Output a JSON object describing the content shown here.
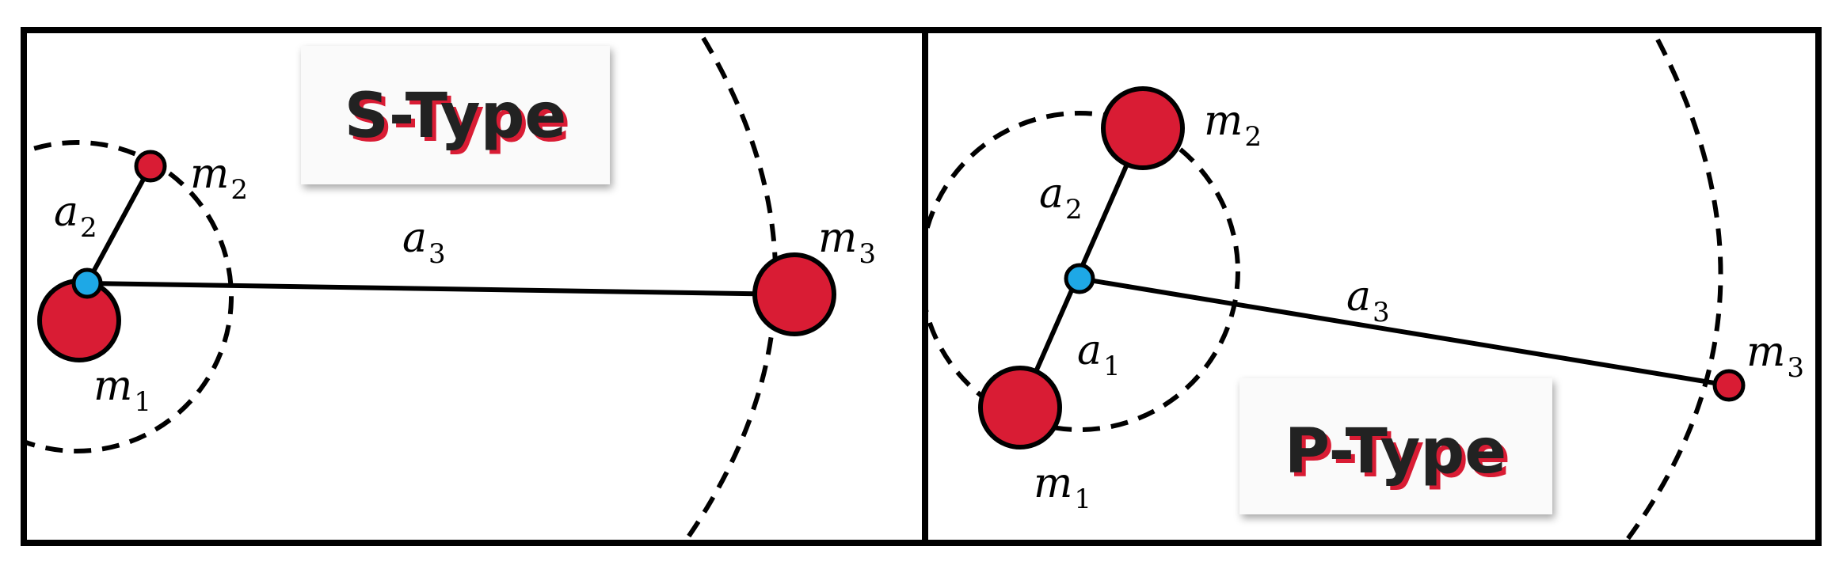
{
  "panels": [
    {
      "title": "S-Type",
      "labels": {
        "m1": {
          "base": "m",
          "sub": "1"
        },
        "m2": {
          "base": "m",
          "sub": "2"
        },
        "m3": {
          "base": "m",
          "sub": "3"
        },
        "a2": {
          "base": "a",
          "sub": "2"
        },
        "a3": {
          "base": "a",
          "sub": "3"
        }
      }
    },
    {
      "title": "P-Type",
      "labels": {
        "m1": {
          "base": "m",
          "sub": "1"
        },
        "m2": {
          "base": "m",
          "sub": "2"
        },
        "m3": {
          "base": "m",
          "sub": "3"
        },
        "a1": {
          "base": "a",
          "sub": "1"
        },
        "a2": {
          "base": "a",
          "sub": "2"
        },
        "a3": {
          "base": "a",
          "sub": "3"
        }
      }
    }
  ],
  "colors": {
    "mass_fill": "#d91c34",
    "barycenter_fill": "#1ea8e6",
    "stroke": "#000000",
    "title_shadow": "#d91c34",
    "title_text": "#222222"
  }
}
